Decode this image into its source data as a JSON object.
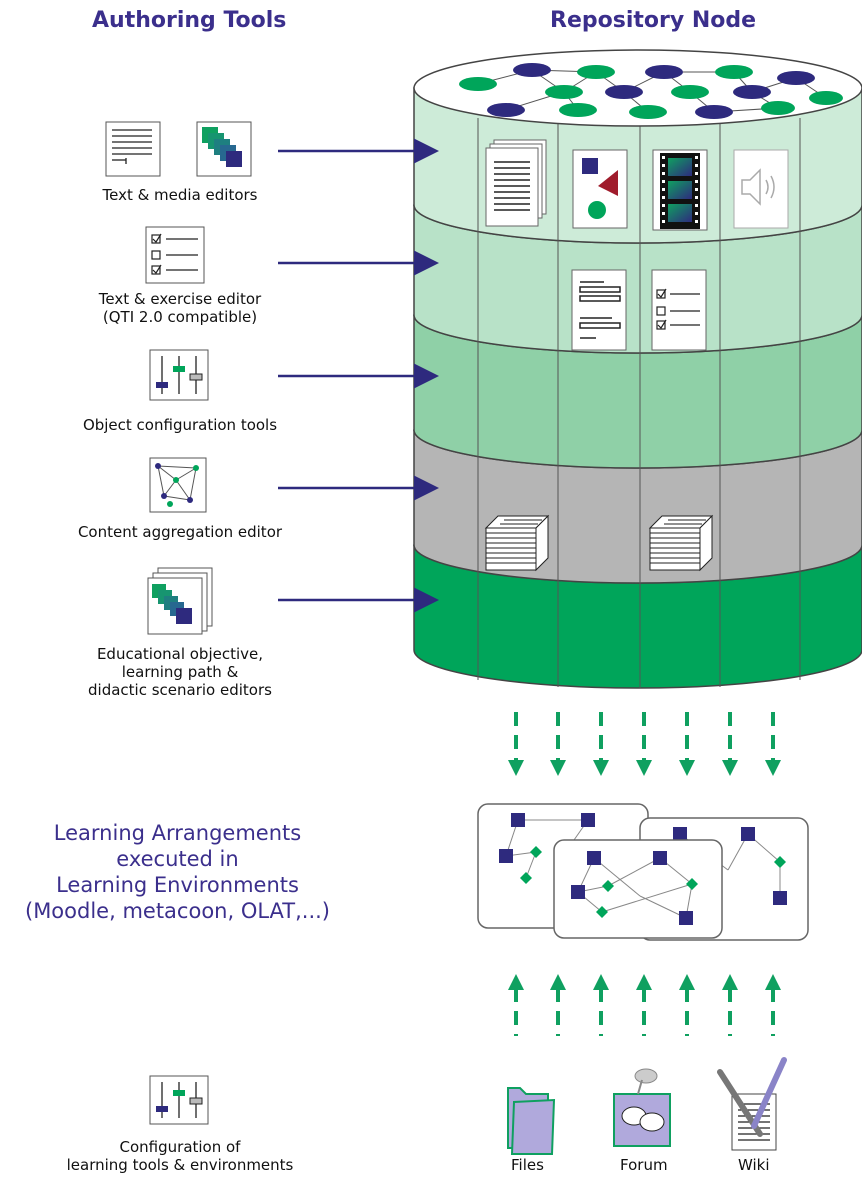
{
  "headings": {
    "authoring_tools": "Authoring Tools",
    "repository_node": "Repository Node"
  },
  "tools": [
    {
      "lines": [
        "Text & media editors"
      ],
      "icon": "text-media-editor-icon"
    },
    {
      "lines": [
        "Text & exercise editor",
        "(QTI 2.0 compatible)"
      ],
      "icon": "exercise-editor-icon"
    },
    {
      "lines": [
        "Object configuration tools"
      ],
      "icon": "slider-config-icon"
    },
    {
      "lines": [
        "Content aggregation editor"
      ],
      "icon": "network-aggregation-icon"
    },
    {
      "lines": [
        "Educational objective,",
        "learning path &",
        "didactic scenario editors"
      ],
      "icon": "stacked-scenarios-icon"
    }
  ],
  "learning_arrangements": {
    "lines": [
      "Learning Arrangements",
      "executed in",
      "Learning Environments",
      "(Moodle, metacoon, OLAT,...)"
    ]
  },
  "configuration": {
    "lines": [
      "Configuration of",
      "learning tools & environments"
    ]
  },
  "bottom_tools": {
    "files": "Files",
    "forum": "Forum",
    "wiki": "Wiki"
  },
  "colors": {
    "heading": "#3b2f8c",
    "arrow_blue": "#2e2a7e",
    "arrow_green": "#0fa060",
    "layer1": "#cdebd8",
    "layer2": "#b8e2c8",
    "layer3": "#8fd0a7",
    "layer4": "#b5b5b5",
    "layer5": "#00a55a",
    "node_blue": "#2e2a7e",
    "node_green": "#00a55a"
  }
}
